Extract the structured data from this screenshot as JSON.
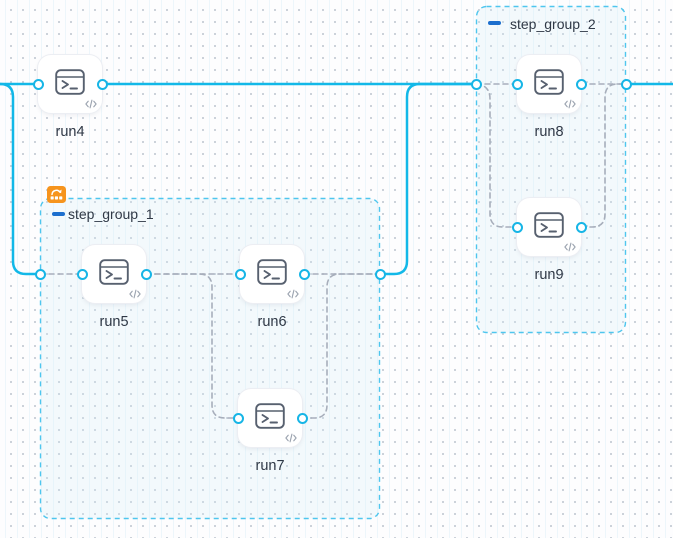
{
  "canvas": {
    "kind": "workflow-editor-canvas",
    "grid": "dots"
  },
  "colors": {
    "edge_solid": "#12B8E8",
    "edge_dashed": "#A7AEBB",
    "group_border": "#4EC6EE",
    "port_stroke": "#16B5E6",
    "collapse_button_blue": "#1C6FCE",
    "badge_orange": "#F6941D",
    "node_icon_gray": "#57606F",
    "label_text": "#2F3846"
  },
  "icons": {
    "node_icon": "terminal-icon",
    "node_corner_icon": "code-icon",
    "group_collapse_icon": "minus-icon",
    "group_badge_icon": "matrix-toolbox-badge-icon"
  },
  "nodes": [
    {
      "id": "run4",
      "label": "run4",
      "icon": "terminal-icon"
    },
    {
      "id": "run5",
      "label": "run5",
      "icon": "terminal-icon"
    },
    {
      "id": "run6",
      "label": "run6",
      "icon": "terminal-icon"
    },
    {
      "id": "run7",
      "label": "run7",
      "icon": "terminal-icon"
    },
    {
      "id": "run8",
      "label": "run8",
      "icon": "terminal-icon"
    },
    {
      "id": "run9",
      "label": "run9",
      "icon": "terminal-icon"
    }
  ],
  "groups": [
    {
      "id": "step_group_1",
      "label": "step_group_1",
      "badge": "matrix-toolbox-badge-icon",
      "collapse": "minus-icon"
    },
    {
      "id": "step_group_2",
      "label": "step_group_2",
      "collapse": "minus-icon"
    }
  ]
}
